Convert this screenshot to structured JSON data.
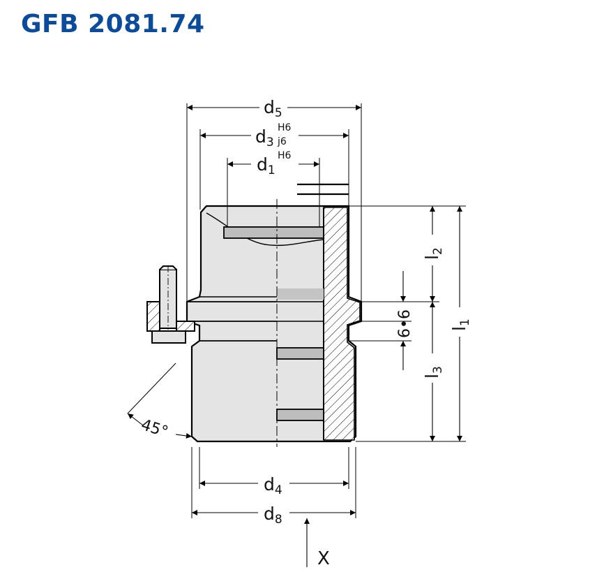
{
  "title": "GFB 2081.74",
  "colors": {
    "title": "#0a4b9c",
    "line": "#000000",
    "fill": "#e4e4e4",
    "shade": "#bdbdbd"
  },
  "dimensions": {
    "d5": {
      "main": "d",
      "sub": "5"
    },
    "d3": {
      "main": "d",
      "sub": "3",
      "sup": "H6",
      "sub2": "j6"
    },
    "d1": {
      "main": "d",
      "sub": "1",
      "sup": "H6"
    },
    "d4": {
      "main": "d",
      "sub": "4"
    },
    "d8": {
      "main": "d",
      "sub": "8"
    },
    "l1": {
      "main": "l",
      "sub": "1"
    },
    "l2": {
      "main": "l",
      "sub": "2"
    },
    "l3": {
      "main": "l",
      "sub": "3"
    },
    "groove": "6•6",
    "angle": "45°",
    "direction": "X"
  }
}
